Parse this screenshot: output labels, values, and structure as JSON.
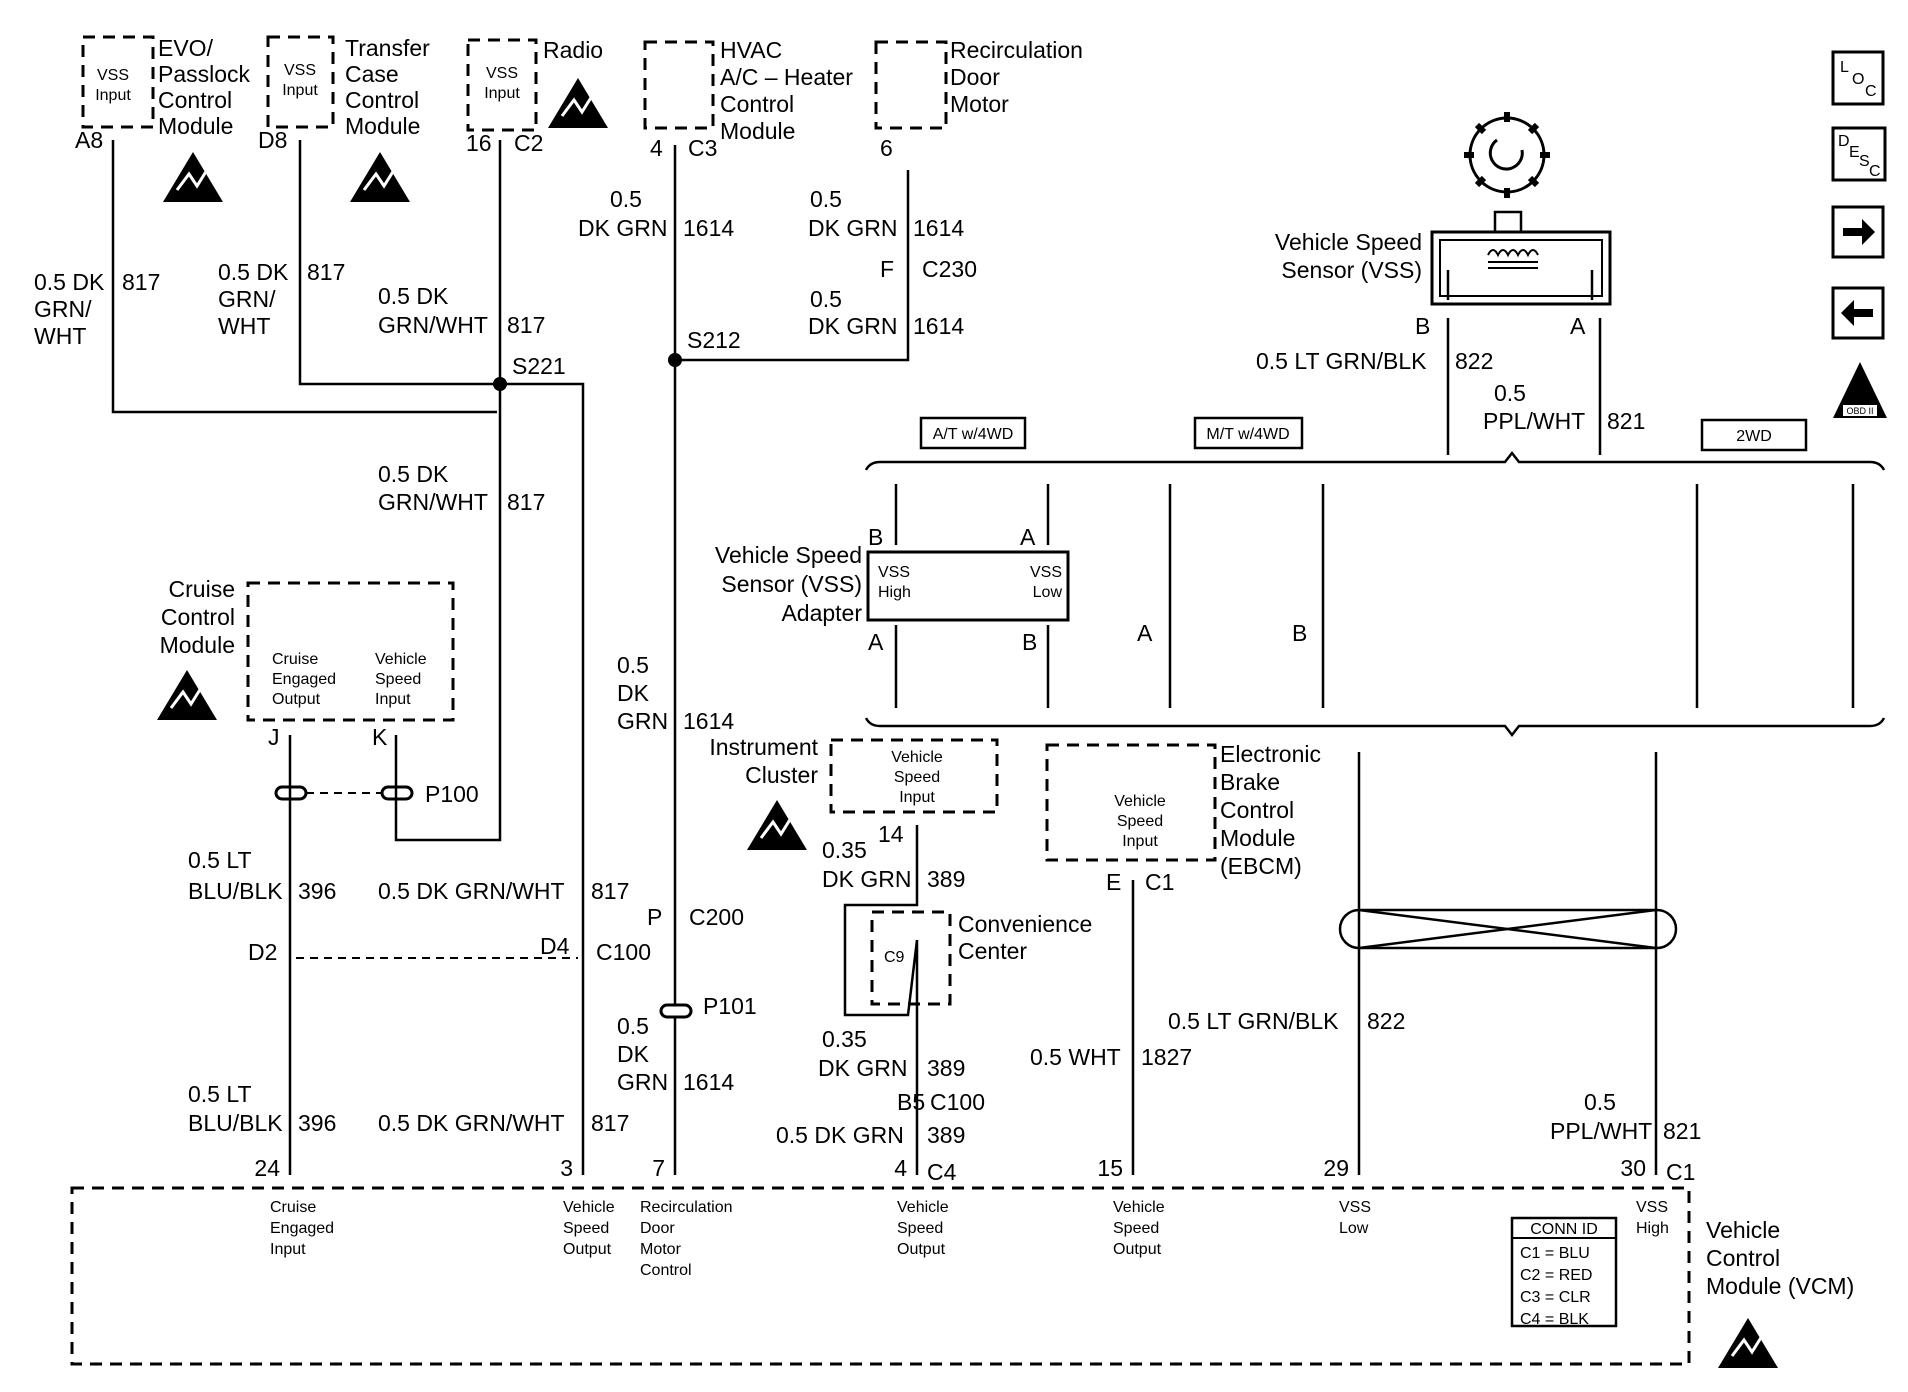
{
  "modules": {
    "evo": {
      "l1": "EVO/",
      "l2": "Passlock",
      "l3": "Control",
      "l4": "Module",
      "in1": "VSS",
      "in2": "Input",
      "pin": "A8"
    },
    "tccm": {
      "l1": "Transfer",
      "l2": "Case",
      "l3": "Control",
      "l4": "Module",
      "in1": "VSS",
      "in2": "Input",
      "pin": "D8"
    },
    "radio": {
      "l1": "Radio",
      "in1": "VSS",
      "in2": "Input",
      "pin": "16",
      "conn": "C2"
    },
    "hvac": {
      "l1": "HVAC",
      "l2": "A/C – Heater",
      "l3": "Control",
      "l4": "Module",
      "pin": "4",
      "conn": "C3"
    },
    "recirc": {
      "l1": "Recirculation",
      "l2": "Door",
      "l3": "Motor",
      "pin": "6"
    },
    "vss": {
      "l1": "Vehicle Speed",
      "l2": "Sensor (VSS)",
      "pinB": "B",
      "pinA": "A"
    },
    "cruise": {
      "l1": "Cruise",
      "l2": "Control",
      "l3": "Module",
      "in1a": "Cruise",
      "in1b": "Engaged",
      "in1c": "Output",
      "in2a": "Vehicle",
      "in2b": "Speed",
      "in2c": "Input",
      "pinJ": "J",
      "pinK": "K"
    },
    "adapter": {
      "l1": "Vehicle Speed",
      "l2": "Sensor (VSS)",
      "l3": "Adapter",
      "hi1": "VSS",
      "hi2": "High",
      "lo1": "VSS",
      "lo2": "Low",
      "pB": "B",
      "pA": "A",
      "pA2": "A",
      "pB2": "B"
    },
    "ic": {
      "l1": "Instrument",
      "l2": "Cluster",
      "in1": "Vehicle",
      "in2": "Speed",
      "in3": "Input",
      "pin": "14"
    },
    "ebcm": {
      "l1": "Electronic",
      "l2": "Brake",
      "l3": "Control",
      "l4": "Module",
      "l5": "(EBCM)",
      "in1": "Vehicle",
      "in2": "Speed",
      "in3": "Input",
      "pin": "E",
      "conn": "C1"
    },
    "conv": {
      "l1": "Convenience",
      "l2": "Center",
      "c9": "C9"
    },
    "vcm": {
      "l1": "Vehicle",
      "l2": "Control",
      "l3": "Module (VCM)"
    }
  },
  "splices": {
    "s221": "S221",
    "s212": "S212"
  },
  "options": {
    "at4wd": "A/T w/4WD",
    "mt4wd": "M/T w/4WD",
    "twowd": "2WD"
  },
  "mt_pins": {
    "a": "A",
    "b": "B"
  },
  "wires": {
    "w_evo": {
      "l1": "0.5 DK",
      "l2": "GRN/",
      "l3": "WHT",
      "circ": "817"
    },
    "w_tccm": {
      "l1": "0.5 DK",
      "l2": "GRN/",
      "l3": "WHT",
      "circ": "817"
    },
    "w_radio": {
      "l1": "0.5 DK",
      "l2": "GRN/WHT",
      "circ": "817"
    },
    "w_hvac": {
      "l1": "0.5",
      "l2": "DK GRN",
      "circ": "1614"
    },
    "w_recirc1": {
      "l1": "0.5",
      "l2": "DK GRN",
      "circ": "1614"
    },
    "w_recirc2": {
      "l1": "0.5",
      "l2": "DK GRN",
      "circ": "1614"
    },
    "w_s221": {
      "l1": "0.5 DK",
      "l2": "GRN/WHT",
      "circ": "817"
    },
    "w_vss_b": {
      "l1": "0.5 LT GRN/BLK",
      "circ": "822"
    },
    "w_vss_a": {
      "l1": "0.5",
      "l2": "PPL/WHT",
      "circ": "821"
    },
    "w_s212": {
      "l1": "0.5",
      "l2": "DK",
      "l3": "GRN",
      "circ": "1614"
    },
    "w_cruise1": {
      "l1": "0.5 LT",
      "l2": "BLU/BLK",
      "circ": "396"
    },
    "w_d4_1": {
      "l1": "0.5 DK GRN/WHT",
      "circ": "817"
    },
    "w_ic": {
      "l1": "0.35",
      "l2": "DK GRN",
      "circ": "389"
    },
    "w_p101": {
      "l1": "0.5",
      "l2": "DK",
      "l3": "GRN",
      "circ": "1614"
    },
    "w_conv": {
      "l1": "0.35",
      "l2": "DK GRN",
      "circ": "389"
    },
    "w_ebcm": {
      "l1": "0.5 WHT",
      "circ": "1827"
    },
    "w_822": {
      "l1": "0.5 LT GRN/BLK",
      "circ": "822"
    },
    "w_cruise2": {
      "l1": "0.5 LT",
      "l2": "BLU/BLK",
      "circ": "396"
    },
    "w_d4_2": {
      "l1": "0.5 DK GRN/WHT",
      "circ": "817"
    },
    "w_b5": {
      "l1": "0.5 DK GRN",
      "circ": "389"
    },
    "w_821": {
      "l1": "0.5",
      "l2": "PPL/WHT",
      "circ": "821"
    }
  },
  "connectors": {
    "c230_pin": "F",
    "c230": "C230",
    "c200_pin": "P",
    "c200": "C200",
    "c100_d2": "D2",
    "c100_d4": "D4",
    "c100": "C100",
    "b5": "B5",
    "c100b": "C100",
    "p100": "P100",
    "p101": "P101"
  },
  "vcm_pins": [
    {
      "pin": "24",
      "conn": "",
      "l1": "Cruise",
      "l2": "Engaged",
      "l3": "Input",
      "l4": ""
    },
    {
      "pin": "3",
      "conn": "",
      "l1": "Vehicle",
      "l2": "Speed",
      "l3": "Output",
      "l4": ""
    },
    {
      "pin": "7",
      "conn": "",
      "l1": "Recirculation",
      "l2": "Door",
      "l3": "Motor",
      "l4": "Control"
    },
    {
      "pin": "4",
      "conn": "C4",
      "l1": "Vehicle",
      "l2": "Speed",
      "l3": "Output",
      "l4": ""
    },
    {
      "pin": "15",
      "conn": "",
      "l1": "Vehicle",
      "l2": "Speed",
      "l3": "Output",
      "l4": ""
    },
    {
      "pin": "29",
      "conn": "",
      "l1": "VSS",
      "l2": "Low",
      "l3": "",
      "l4": ""
    },
    {
      "pin": "30",
      "conn": "C1",
      "l1": "VSS",
      "l2": "High",
      "l3": "",
      "l4": ""
    }
  ],
  "conn_id": {
    "title": "CONN ID",
    "rows": [
      "C1 = BLU",
      "C2 = RED",
      "C3 = CLR",
      "C4 = BLK"
    ]
  },
  "nav": {
    "loc_l": "L",
    "loc_o": "O",
    "loc_c": "C",
    "desc_d": "D",
    "desc_e": "E",
    "desc_s": "S",
    "desc_c": "C",
    "obd": "OBD II"
  }
}
